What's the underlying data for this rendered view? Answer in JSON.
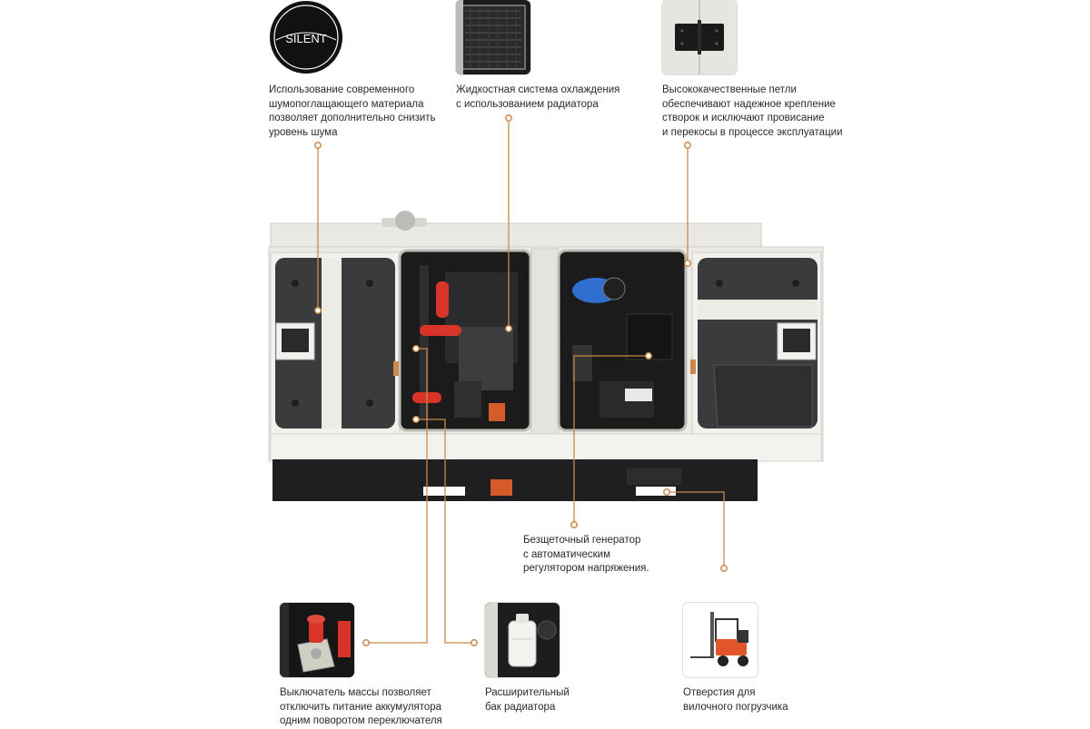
{
  "badge": {
    "text": "SILENT"
  },
  "callouts": {
    "noise": {
      "lines": [
        "Использование современного",
        "шумопоглащающего материала",
        "позволяет дополнительно снизить",
        "уровень шума"
      ],
      "icon": "silent-badge-icon"
    },
    "cooling": {
      "lines": [
        "Жидкостная система охлаждения",
        "с использованием радиатора"
      ],
      "icon": "radiator-photo"
    },
    "hinges": {
      "lines": [
        "Высококачественные петли",
        "обеспечивают надежное крепление",
        "створок и исключают провисание",
        "и перекосы в процессе эксплуатации"
      ],
      "icon": "hinge-photo"
    },
    "generator": {
      "lines": [
        "Безщеточный генератор",
        "с автоматическим",
        "регулятором напряжения."
      ]
    },
    "switch": {
      "lines": [
        "Выключатель массы позволяет",
        "отключить питание аккумулятора",
        "одним поворотом переключателя"
      ],
      "icon": "battery-switch-photo"
    },
    "tank": {
      "lines": [
        "Расширительный",
        "бак радиатора"
      ],
      "icon": "expansion-tank-photo"
    },
    "forklift": {
      "lines": [
        "Отверстия для",
        "вилочного погрузчика"
      ],
      "icon": "forklift-photo"
    }
  },
  "colors": {
    "leader": "#c98a4a",
    "cabinet": "#ecebe6",
    "panel": "#3a3b3d",
    "base": "#1f1f21",
    "accent_red": "#d8342a",
    "accent_blue": "#2f6fd0"
  }
}
